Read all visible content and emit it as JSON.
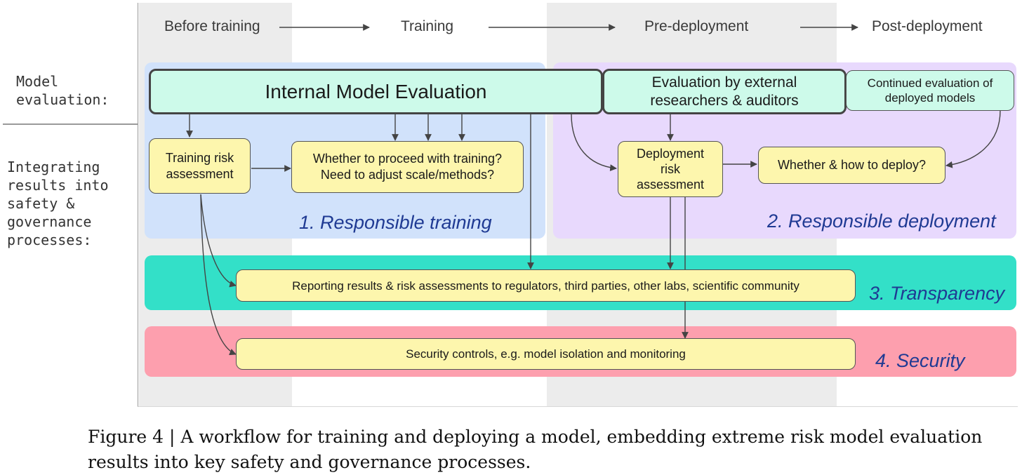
{
  "phases": [
    "Before training",
    "Training",
    "Pre-deployment",
    "Post-deployment"
  ],
  "side_labels": {
    "model_evaluation": "Model\nevaluation:",
    "integrating": "Integrating\nresults into\nsafety &\ngovernance\nprocesses:"
  },
  "evaluation_boxes": {
    "internal": "Internal Model Evaluation",
    "external": "Evaluation by external researchers & auditors",
    "continued": "Continued evaluation of deployed models"
  },
  "process_boxes": {
    "training_risk": "Training risk assessment",
    "proceed_training": "Whether to proceed with training? Need to adjust scale/methods?",
    "deployment_risk": "Deployment risk assessment",
    "how_to_deploy": "Whether & how to deploy?",
    "reporting": "Reporting results & risk assessments to regulators, third parties, other labs, scientific community",
    "security_controls": "Security controls, e.g. model isolation and monitoring"
  },
  "regions": {
    "training": "1. Responsible training",
    "deployment": "2. Responsible deployment",
    "transparency": "3. Transparency",
    "security": "4. Security"
  },
  "colors": {
    "training_region": "#d1e2fb",
    "deployment_region": "#e8d9fd",
    "transparency_region": "#33e0c8",
    "security_region": "#fd9fae",
    "evaluation_box": "#cdfaea",
    "process_box": "#fdf6ad",
    "label_text": "#1f3a93",
    "phase_column": "#ececec"
  },
  "caption": "Figure 4 | A workflow for training and deploying a model, embedding extreme risk model evaluation results into key safety and governance processes."
}
